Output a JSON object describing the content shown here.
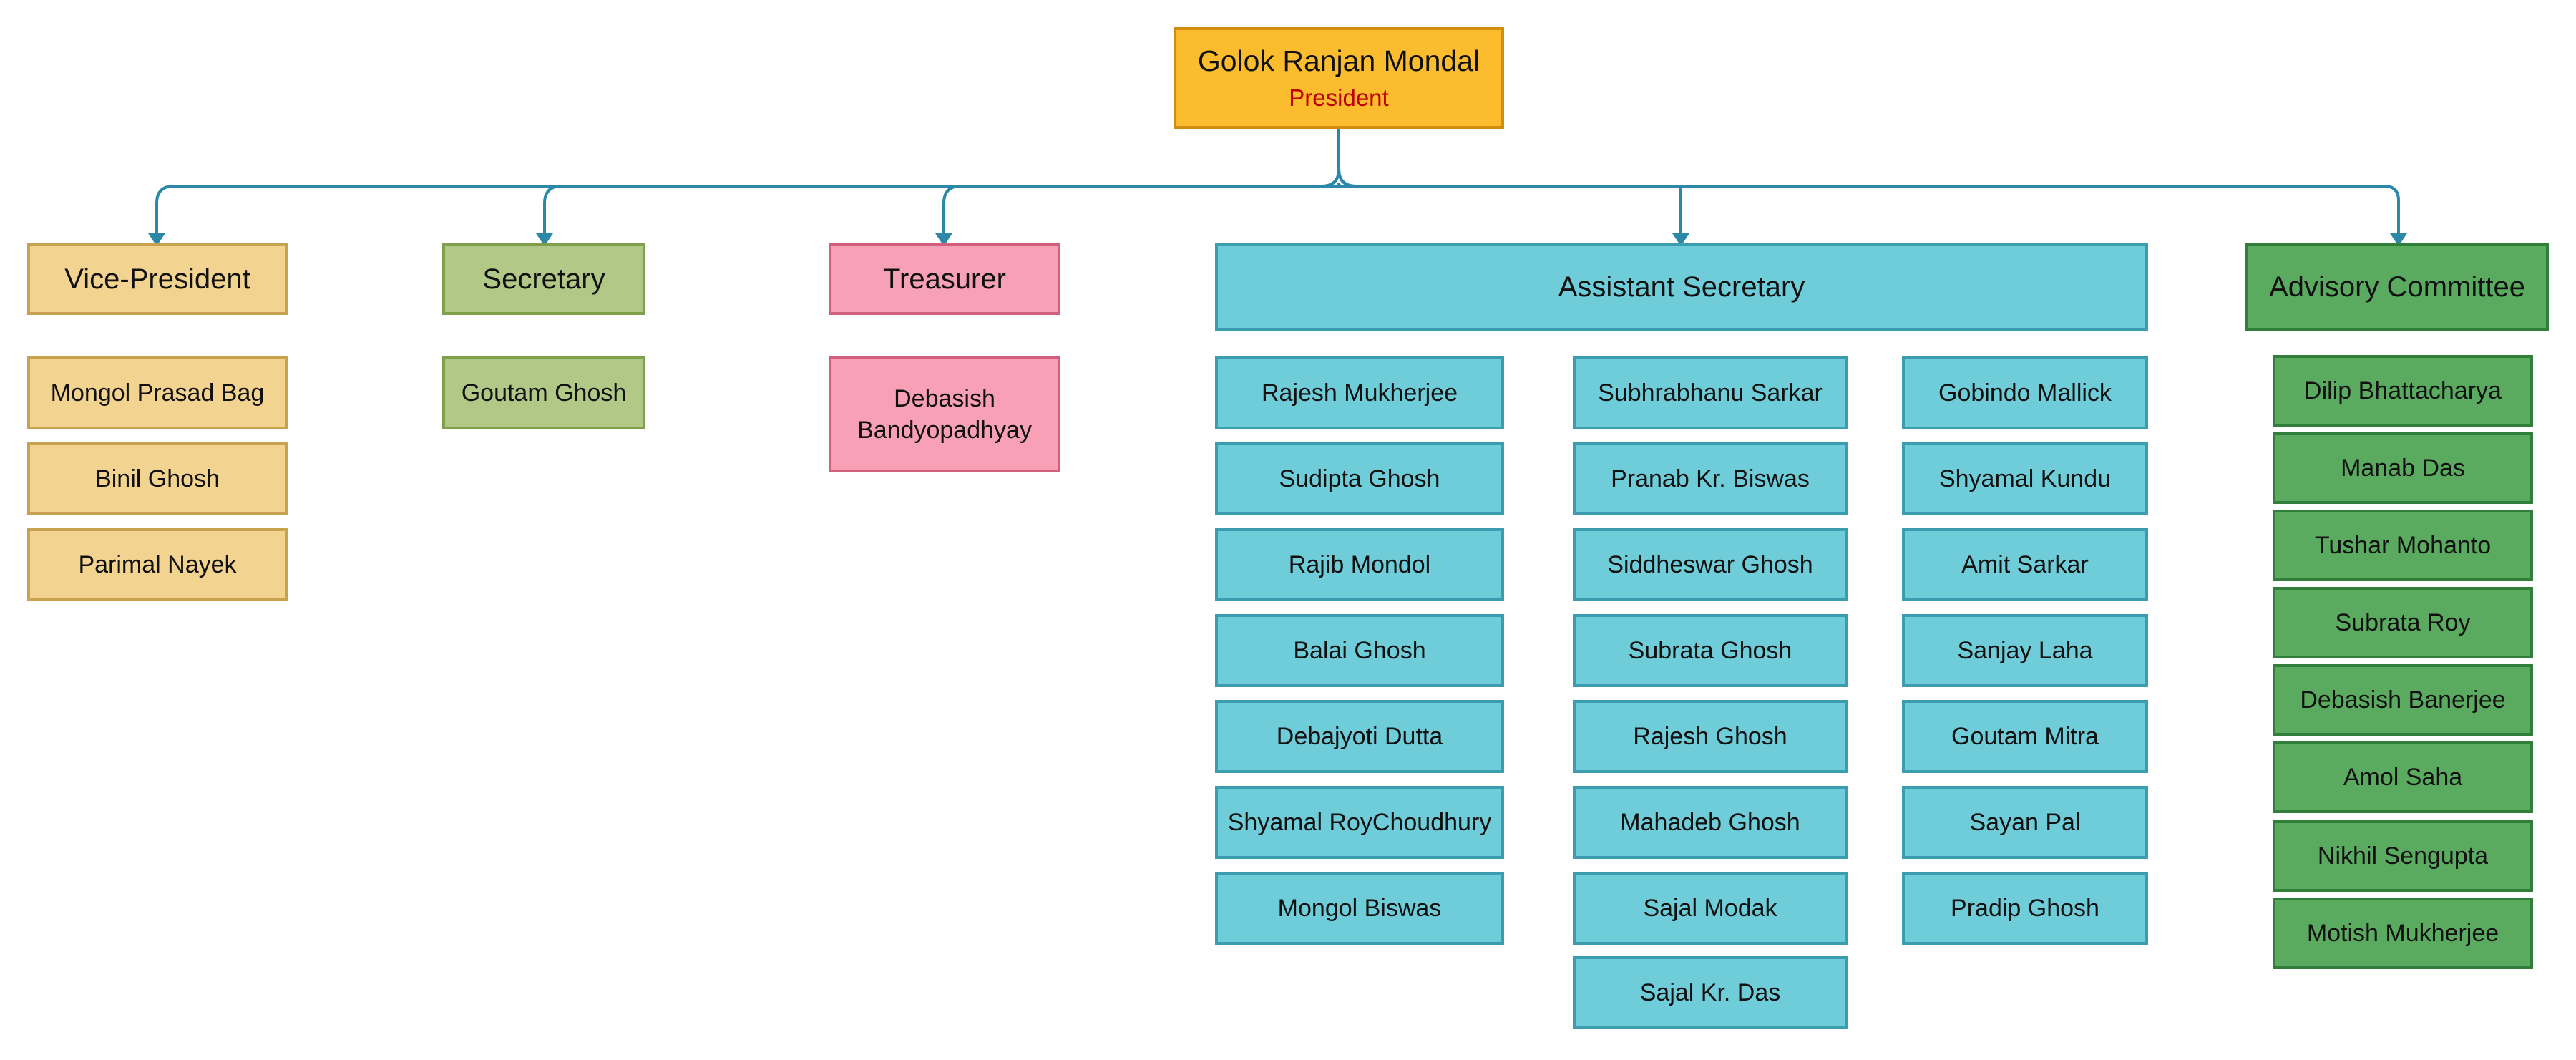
{
  "president": {
    "name": "Golok Ranjan Mondal",
    "title": "President"
  },
  "vice_president": {
    "title": "Vice-President",
    "members": [
      "Mongol Prasad Bag",
      "Binil Ghosh",
      "Parimal Nayek"
    ]
  },
  "secretary": {
    "title": "Secretary",
    "members": [
      "Goutam Ghosh"
    ]
  },
  "treasurer": {
    "title": "Treasurer",
    "members": [
      "Debasish Bandyopadhyay"
    ]
  },
  "assistant_secretary": {
    "title": "Assistant Secretary",
    "columns": [
      [
        "Rajesh Mukherjee",
        "Sudipta Ghosh",
        "Rajib Mondol",
        "Balai Ghosh",
        "Debajyoti Dutta",
        "Shyamal RoyChoudhury",
        "Mongol Biswas"
      ],
      [
        "Subhrabhanu Sarkar",
        "Pranab Kr. Biswas",
        "Siddheswar Ghosh",
        "Subrata Ghosh",
        "Rajesh Ghosh",
        "Mahadeb Ghosh",
        "Sajal Modak",
        "Sajal Kr. Das"
      ],
      [
        "Gobindo Mallick",
        "Shyamal Kundu",
        "Amit Sarkar",
        "Sanjay Laha",
        "Goutam Mitra",
        "Sayan Pal",
        "Pradip Ghosh"
      ]
    ]
  },
  "advisory_committee": {
    "title": "Advisory Committee",
    "members": [
      "Dilip Bhattacharya",
      "Manab Das",
      "Tushar Mohanto",
      "Subrata Roy",
      "Debasish Banerjee",
      "Amol Saha",
      "Nikhil Sengupta",
      "Motish Mukherjee"
    ]
  },
  "colors": {
    "connector": "#2b88a8",
    "president": "#fbbc2e",
    "vice_president": "#f2d38f",
    "secretary": "#b2c887",
    "treasurer": "#f8a0b6",
    "assistant_secretary": "#6ecdd9",
    "advisory_committee": "#5aab60"
  }
}
